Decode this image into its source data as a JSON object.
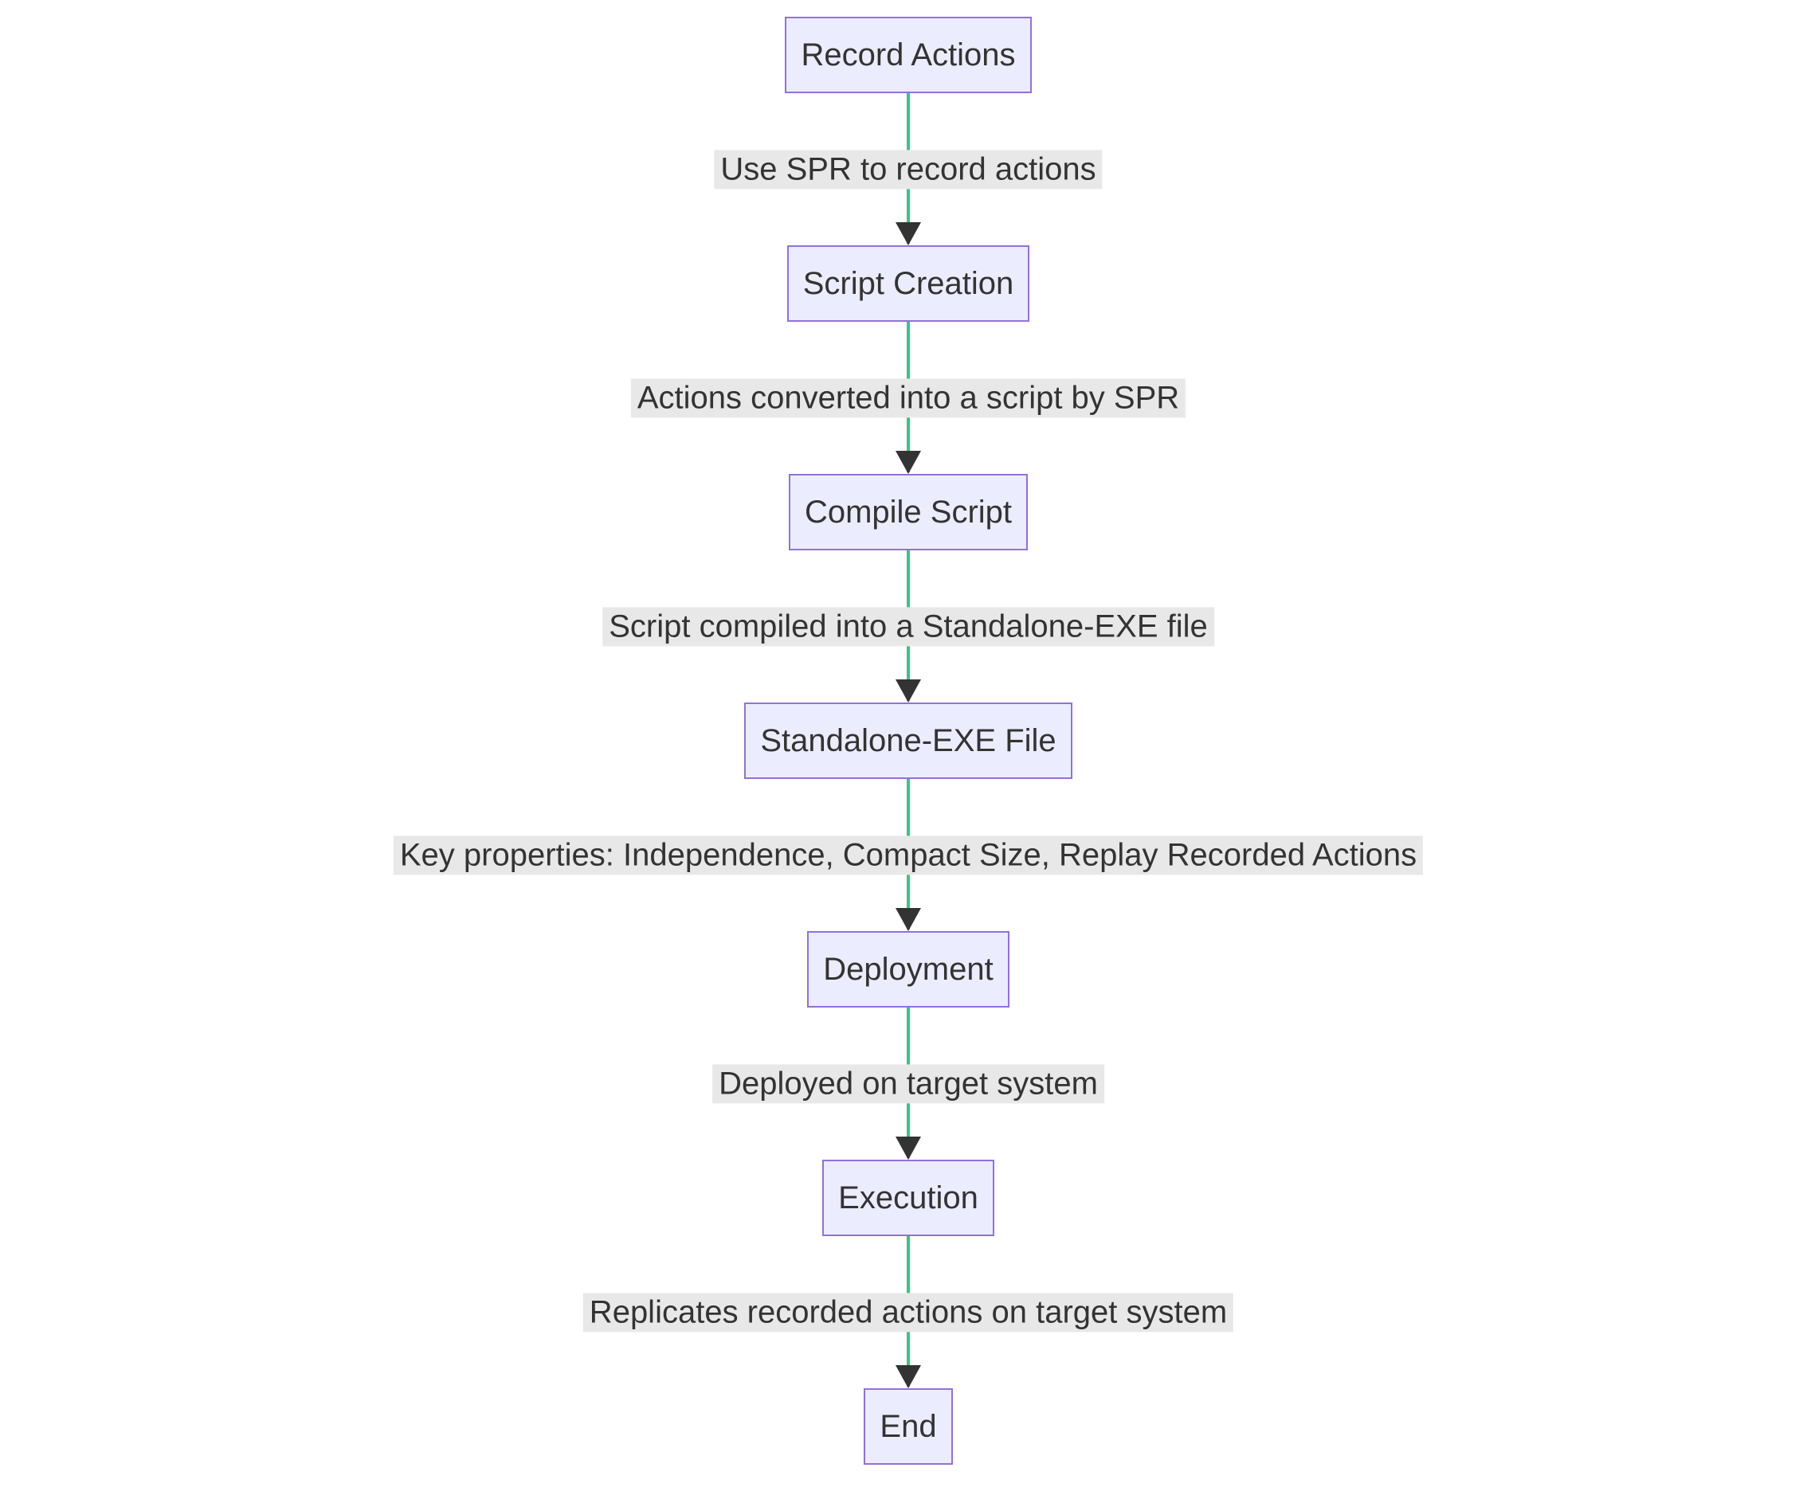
{
  "diagram": {
    "type": "flowchart",
    "direction": "top-down",
    "nodes": [
      {
        "id": "record_actions",
        "label": "Record Actions"
      },
      {
        "id": "script_creation",
        "label": "Script Creation"
      },
      {
        "id": "compile_script",
        "label": "Compile Script"
      },
      {
        "id": "standalone_exe",
        "label": "Standalone-EXE File"
      },
      {
        "id": "deployment",
        "label": "Deployment"
      },
      {
        "id": "execution",
        "label": "Execution"
      },
      {
        "id": "end",
        "label": "End"
      }
    ],
    "edges": [
      {
        "from": "record_actions",
        "to": "script_creation",
        "label": "Use SPR to record actions"
      },
      {
        "from": "script_creation",
        "to": "compile_script",
        "label": "Actions converted into a script by SPR"
      },
      {
        "from": "compile_script",
        "to": "standalone_exe",
        "label": "Script compiled into a Standalone-EXE file"
      },
      {
        "from": "standalone_exe",
        "to": "deployment",
        "label": "Key properties: Independence, Compact Size, Replay Recorded Actions"
      },
      {
        "from": "deployment",
        "to": "execution",
        "label": "Deployed on target system"
      },
      {
        "from": "execution",
        "to": "end",
        "label": "Replicates recorded actions on target system"
      }
    ],
    "colors": {
      "node_fill": "#ECECFF",
      "node_border": "#9370DB",
      "edge_line": "#35C97A",
      "arrowhead": "#333333",
      "label_bg": "#e8e8e8",
      "text": "#333333",
      "canvas_bg": "#ffffff"
    }
  }
}
